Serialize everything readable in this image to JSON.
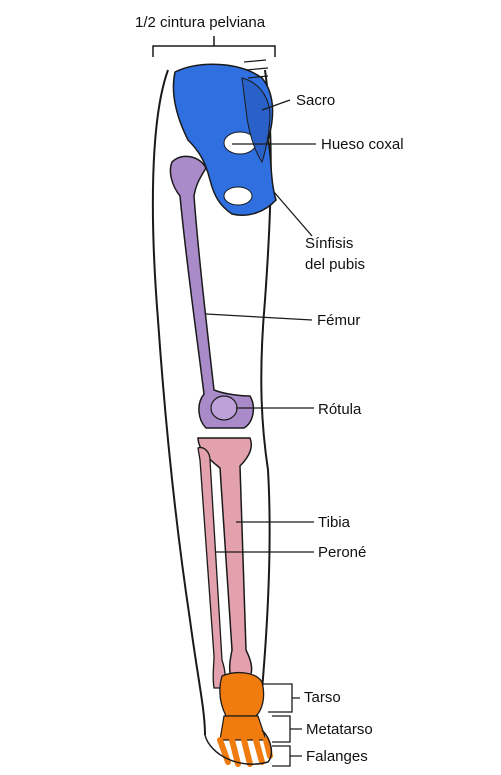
{
  "diagram": {
    "labels": {
      "pelvic_girdle": "1/2 cintura pelviana",
      "sacrum": "Sacro",
      "hip_bone": "Hueso coxal",
      "pubic_symphysis_line1": "Sínfisis",
      "pubic_symphysis_line2": "del pubis",
      "femur": "Fémur",
      "patella": "Rótula",
      "tibia": "Tibia",
      "fibula": "Peroné",
      "tarsus": "Tarso",
      "metatarsus": "Metatarso",
      "phalanges": "Falanges"
    },
    "colors": {
      "pelvis": "#2f6fe0",
      "femur": "#a98bc9",
      "leg_bones": "#e3a0ad",
      "foot": "#f07c0f",
      "outline": "#1a1a1a",
      "background": "#ffffff"
    }
  }
}
